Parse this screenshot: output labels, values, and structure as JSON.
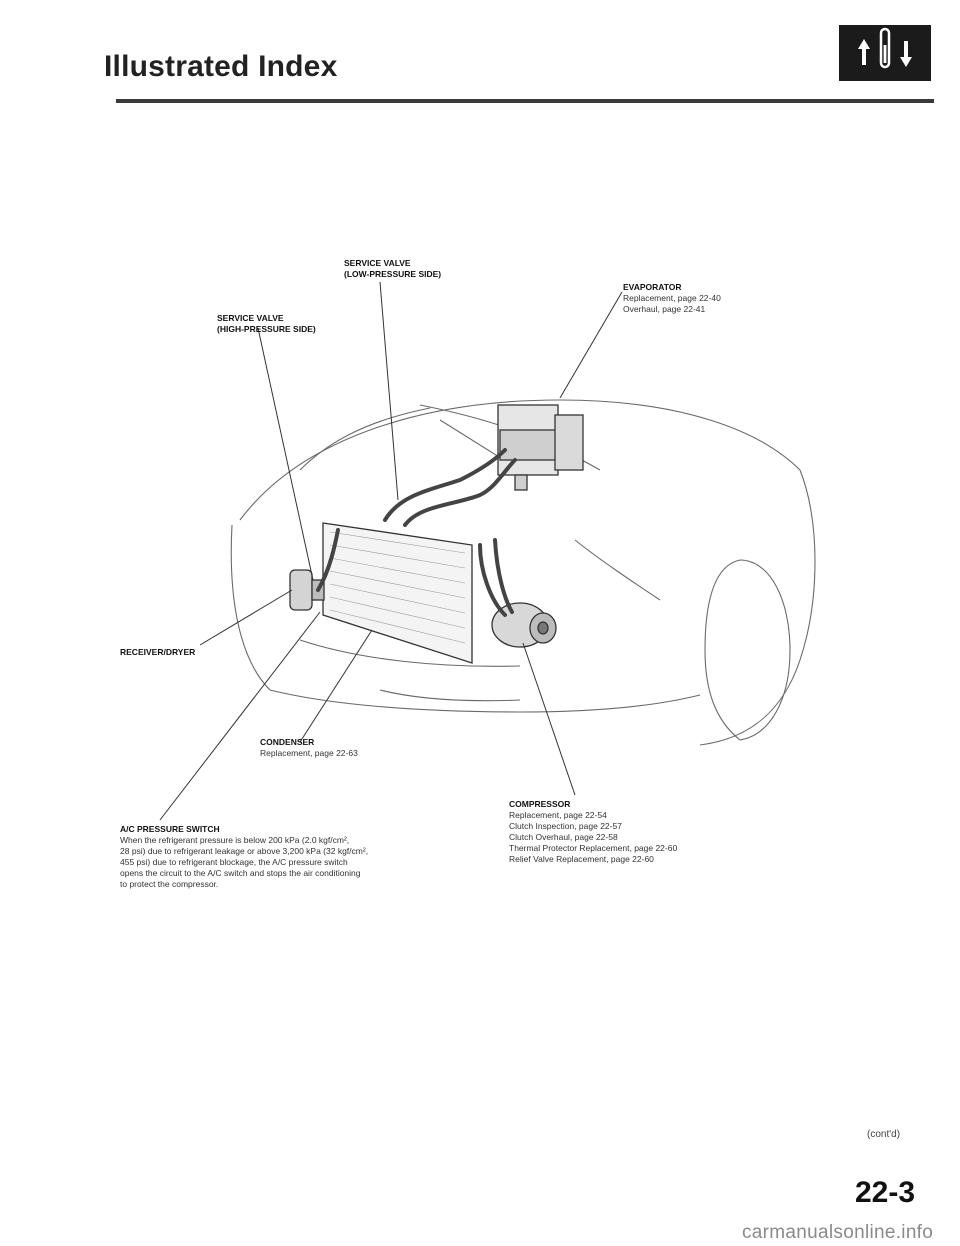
{
  "header": {
    "title": "Illustrated Index"
  },
  "labels": {
    "service_valve_low": {
      "line1": "SERVICE VALVE",
      "line2": "(LOW-PRESSURE SIDE)"
    },
    "service_valve_high": {
      "line1": "SERVICE VALVE",
      "line2": "(HIGH-PRESSURE SIDE)"
    },
    "evaporator": {
      "heading": "EVAPORATOR",
      "lines": [
        "Replacement, page 22-40",
        "Overhaul, page 22-41"
      ]
    },
    "receiver_dryer": {
      "heading": "RECEIVER/DRYER"
    },
    "condenser": {
      "heading": "CONDENSER",
      "lines": [
        "Replacement, page 22-63"
      ]
    },
    "compressor": {
      "heading": "COMPRESSOR",
      "lines": [
        "Replacement, page 22-54",
        "Clutch Inspection, page 22-57",
        "Clutch Overhaul, page 22-58",
        "Thermal Protector Replacement, page 22-60",
        "Relief Valve Replacement, page 22-60"
      ]
    },
    "ac_pressure_switch": {
      "heading": "A/C PRESSURE SWITCH",
      "lines": [
        "When the refrigerant pressure is below 200 kPa (2.0 kgf/cm²,",
        "28 psi) due to refrigerant leakage or above 3,200 kPa (32 kgf/cm²,",
        "455 psi) due to refrigerant blockage, the A/C pressure switch",
        "opens the circuit to the A/C switch and stops the air conditioning",
        "to protect the compressor."
      ]
    }
  },
  "footer": {
    "contd": "(cont'd)",
    "page_number": "22-3",
    "watermark": "carmanualsonline.info"
  }
}
